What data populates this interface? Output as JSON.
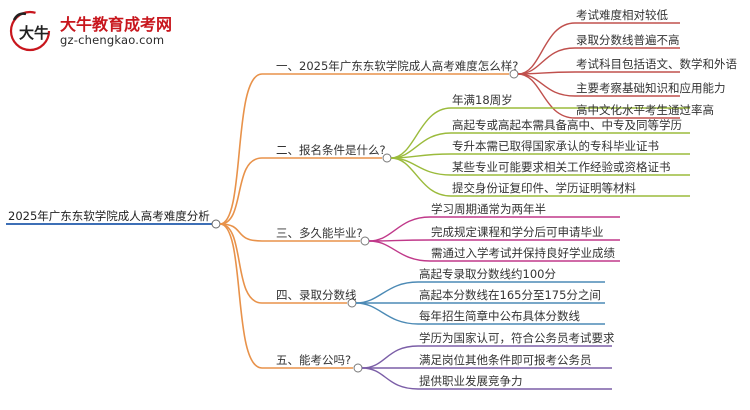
{
  "logo": {
    "name": "大牛教育成考网",
    "url": "gz-chengkao.com",
    "mark_text": "大牛",
    "brand_color": "#c8161d"
  },
  "root": {
    "label": "2025年广东东软学院成人高考难度分析"
  },
  "branches": [
    {
      "label": "一、2025年广东东软学院成人高考难度怎么样?",
      "color": "#c0504d",
      "children": [
        "考试难度相对较低",
        "录取分数线普遍不高",
        "考试科目包括语文、数学和外语",
        "主要考察基础知识和应用能力",
        "高中文化水平考生通过率高"
      ]
    },
    {
      "label": "二、报名条件是什么?",
      "color": "#9bbb3c",
      "children": [
        "年满18周岁",
        "高起专或高起本需具备高中、中专及同等学历",
        "专升本需已取得国家承认的专科毕业证书",
        "某些专业可能要求相关工作经验或资格证书",
        "提交身份证复印件、学历证明等材料"
      ]
    },
    {
      "label": "三、多久能毕业?",
      "color": "#c0398a",
      "children": [
        "学习周期通常为两年半",
        "完成规定课程和学分后可申请毕业",
        "需通过入学考试并保持良好学业成绩"
      ]
    },
    {
      "label": "四、录取分数线",
      "color": "#4c8ab5",
      "children": [
        "高起专录取分数线约100分",
        "高起本分数线在165分至175分之间",
        "每年招生简章中公布具体分数线"
      ]
    },
    {
      "label": "五、能考公吗?",
      "color": "#7b5ea7",
      "children": [
        "学历为国家认可，符合公务员考试要求",
        "满足岗位其他条件即可报考公务员",
        "提供职业发展竞争力"
      ]
    }
  ],
  "colors": {
    "root_line": "#3d6fb6",
    "branch_line": "#e8924a"
  }
}
